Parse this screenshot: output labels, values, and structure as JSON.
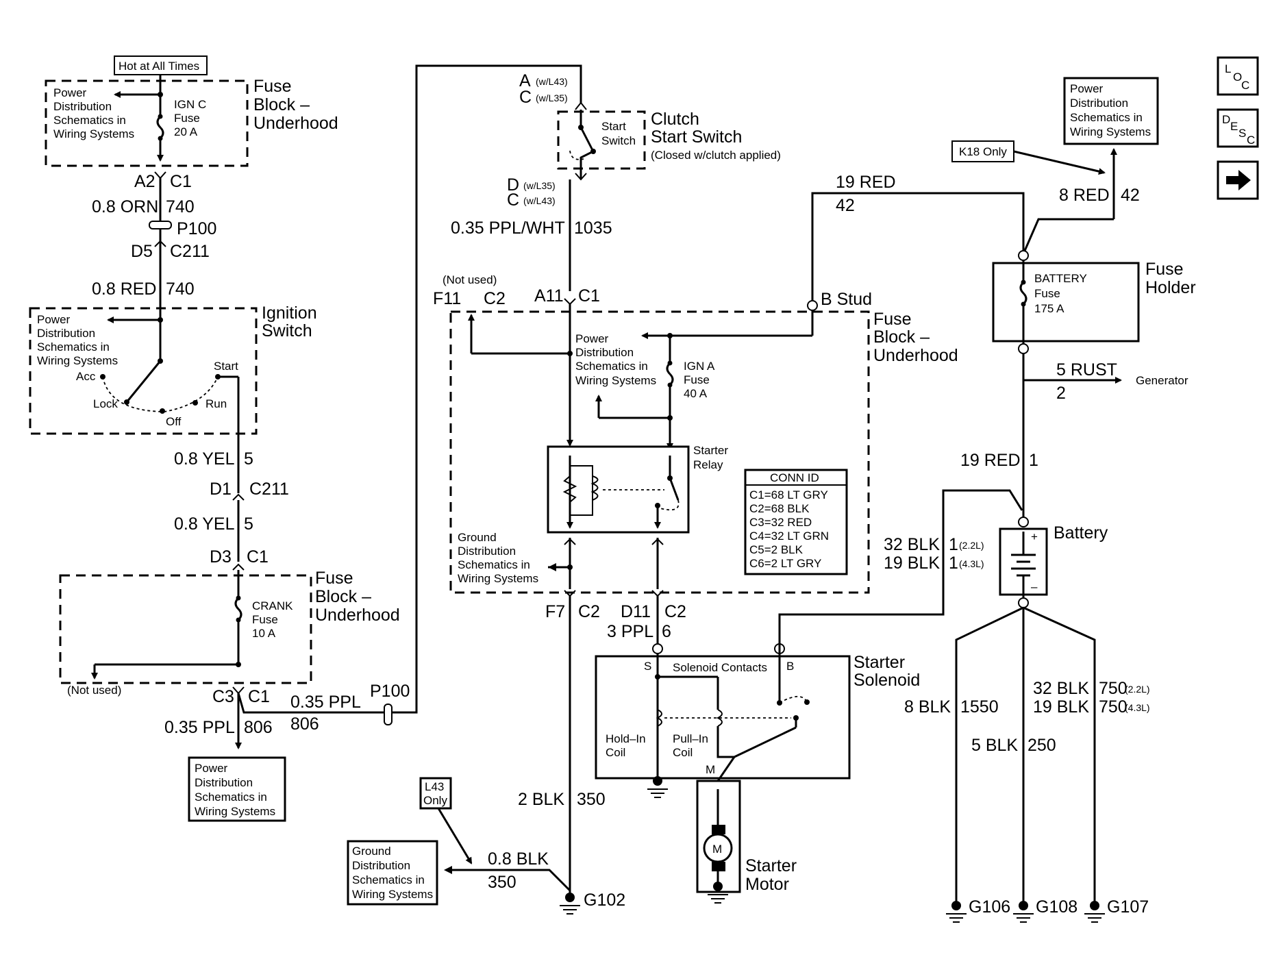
{
  "nav": {
    "loc_l": "L",
    "loc_o": "O",
    "loc_c": "C",
    "desc_d": "D",
    "desc_e": "E",
    "desc_s": "S",
    "desc_c": "C"
  },
  "hot_at_all_times": "Hot at All Times",
  "pd": {
    "l1": "Power",
    "l2": "Distribution",
    "l3": "Schematics in",
    "l4": "Wiring Systems"
  },
  "gd": {
    "l1": "Ground",
    "l2": "Distribution",
    "l3": "Schematics in",
    "l4": "Wiring Systems"
  },
  "fbu": {
    "l1": "Fuse",
    "l2": "Block –",
    "l3": "Underhood"
  },
  "ignc": {
    "l1": "IGN C",
    "l2": "Fuse",
    "l3": "20 A"
  },
  "w1": {
    "a2": "A2",
    "c1": "C1",
    "orn": "0.8 ORN",
    "n740": "740",
    "p100": "P100",
    "d5": "D5",
    "c211": "C211",
    "red": "0.8 RED",
    "n740b": "740"
  },
  "ign": {
    "l1": "Ignition",
    "l2": "Switch",
    "start": "Start",
    "acc": "Acc",
    "lock": "Lock",
    "run": "Run",
    "off": "Off"
  },
  "w2": {
    "yel1": "0.8 YEL",
    "n5a": "5",
    "d1": "D1",
    "c211": "C211",
    "yel2": "0.8 YEL",
    "n5b": "5",
    "d3": "D3",
    "c1": "C1"
  },
  "crank": {
    "l1": "CRANK",
    "l2": "Fuse",
    "l3": "10 A"
  },
  "w3": {
    "not_used": "(Not used)",
    "c3": "C3",
    "c1": "C1",
    "ppl": "0.35 PPL",
    "n806": "806",
    "p100": "P100",
    "ppl2": "0.35 PPL",
    "n806b": "806"
  },
  "clutch": {
    "a": "A",
    "a_note": "(w/L43)",
    "c": "C",
    "c_note": "(w/L35)",
    "start": "Start",
    "switch": "Switch",
    "title1": "Clutch",
    "title2": "Start Switch",
    "note": "(Closed w/clutch applied)",
    "d": "D",
    "d_note": "(w/L35)",
    "c2": "C",
    "c2_note": "(w/L43)",
    "wire": "0.35  PPL/WHT",
    "n1035": "1035"
  },
  "fb2": {
    "not_used": "(Not used)",
    "f11": "F11",
    "c2a": "C2",
    "a11": "A11",
    "c1": "C1",
    "bstud": "B Stud"
  },
  "igna": {
    "l1": "IGN A",
    "l2": "Fuse",
    "l3": "40 A"
  },
  "relay": {
    "l1": "Starter",
    "l2": "Relay"
  },
  "conn": {
    "title": "CONN ID",
    "rows": [
      "C1=68 LT GRY",
      "C2=68 BLK",
      "C3=32 RED",
      "C4=32 LT GRN",
      "C5=2 BLK",
      "C6=2 LT GRY"
    ]
  },
  "w4": {
    "f7": "F7",
    "c2a": "C2",
    "d11": "D11",
    "c2b": "C2",
    "ppl": "3 PPL",
    "n6": "6",
    "blk": "2 BLK",
    "n350": "350"
  },
  "sol": {
    "l1": "Starter",
    "l2": "Solenoid",
    "s": "S",
    "b": "B",
    "m": "M",
    "contacts": "Solenoid Contacts",
    "hold1": "Hold–In",
    "hold2": "Coil",
    "pull1": "Pull–In",
    "pull2": "Coil"
  },
  "motor": {
    "m": "M",
    "l1": "Starter",
    "l2": "Motor"
  },
  "l43": {
    "l1": "L43",
    "l2": "Only"
  },
  "w5": {
    "blk": "0.8 BLK",
    "n350": "350",
    "g102": "G102"
  },
  "right": {
    "k18": "K18 Only",
    "red19": "19 RED",
    "n42": "42",
    "red8": "8 RED",
    "n42b": "42"
  },
  "fh": {
    "battery": "BATTERY",
    "fuse": "Fuse",
    "amp": "175 A",
    "title1": "Fuse",
    "title2": "Holder"
  },
  "gen": {
    "rust": "5 RUST",
    "n2": "2",
    "gen": "Generator"
  },
  "bat": {
    "red19": "19 RED",
    "n1": "1",
    "title": "Battery",
    "plus": "+",
    "minus": "–",
    "blk32": "32 BLK",
    "n1a": "1",
    "n1a_note": "(2.2L)",
    "blk19": "19 BLK",
    "n1b": "1",
    "n1b_note": "(4.3L)"
  },
  "gnd": {
    "blk8": "8 BLK",
    "n1550": "1550",
    "blk5": "5 BLK",
    "n250": "250",
    "blk32": "32 BLK",
    "n750a": "750",
    "n750a_note": "(2.2L)",
    "blk19": "19 BLK",
    "n750b": "750",
    "n750b_note": "(4.3L)",
    "g106": "G106",
    "g108": "G108",
    "g107": "G107"
  }
}
